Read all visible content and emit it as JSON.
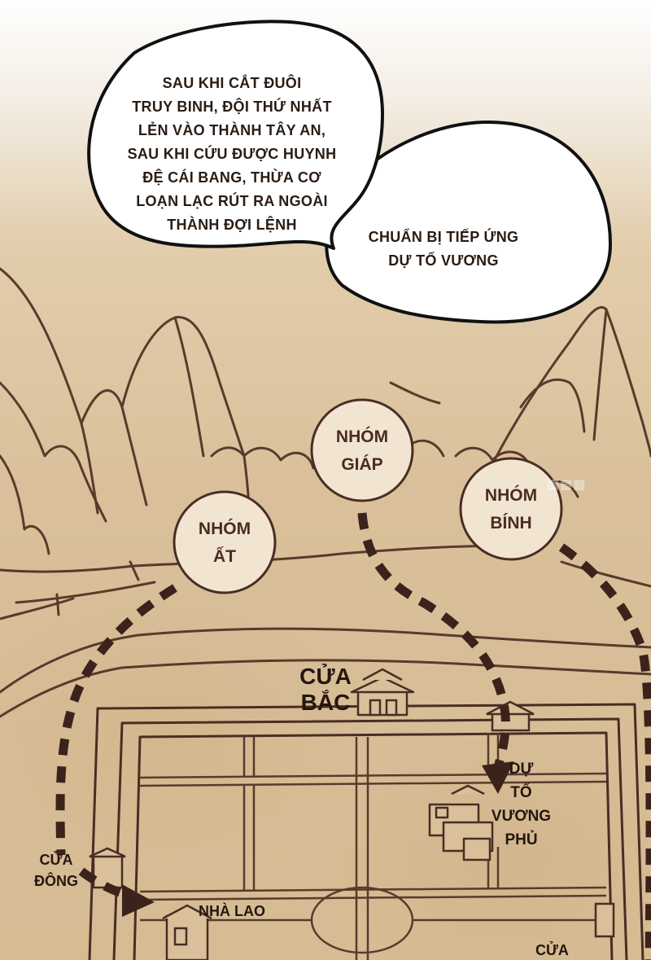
{
  "bubble_left": {
    "lines": [
      "SAU KHI CẮT ĐUÔI",
      "TRUY BINH, ĐỘI THỨ NHẤT",
      "LẺN VÀO THÀNH TÂY AN,",
      "SAU KHI CỨU ĐƯỢC HUYNH",
      "ĐỆ CÁI BANG, THỪA CƠ",
      "LOẠN LẠC RÚT RA NGOÀI",
      "THÀNH ĐỢI LỆNH"
    ]
  },
  "bubble_right": {
    "lines": [
      "CHUẨN BỊ TIẾP ỨNG",
      "DỰ TỐ VƯƠNG"
    ]
  },
  "groups": {
    "giap": [
      "NHÓM",
      "GIÁP"
    ],
    "at": [
      "NHÓM",
      "ẤT"
    ],
    "binh": [
      "NHÓM",
      "BÍNH"
    ]
  },
  "map_labels": {
    "north_gate": [
      "CỬA",
      "BẮC"
    ],
    "du_to_vuong_phu": [
      "DỰ",
      "TỐ",
      "VƯƠNG",
      "PHỦ"
    ],
    "east_gate": [
      "CỬA",
      "ĐÔNG"
    ],
    "prison": "NHÀ LAO",
    "bottom_gate": "CỬA"
  },
  "colors": {
    "ink": "#4a2d24",
    "parchment": "#d9c09a",
    "circle_fill": "#f1e5d2"
  }
}
